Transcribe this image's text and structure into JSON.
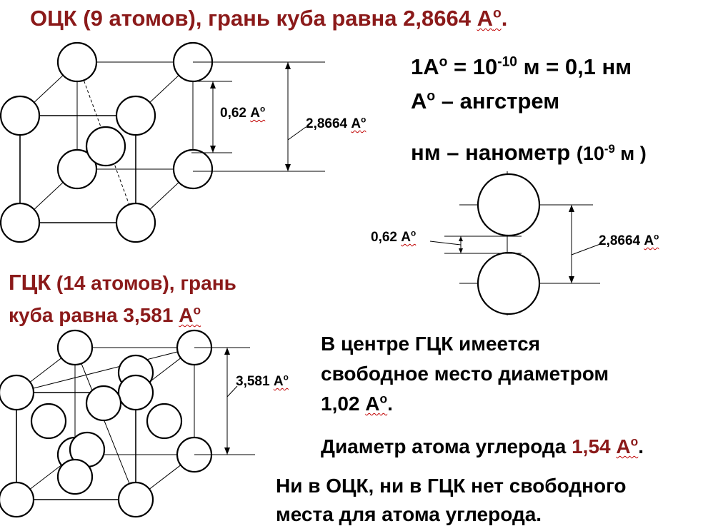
{
  "title": {
    "main": "ОЦК (9 атомов), грань куба равна 2,8664 ",
    "unit": "А",
    "unit_sup": "о",
    "dot": "."
  },
  "units": {
    "line1_a": "1А",
    "line1_a_sup": "о",
    "line1_b": " = 10",
    "line1_b_sup": "-10",
    "line1_c": " м = 0,1 нм",
    "line2_a": "А",
    "line2_a_sup": "о",
    "line2_b": " – ангстрем",
    "line3_a": "нм – нанометр ",
    "line3_b": "(10",
    "line3_b_sup": "-9",
    "line3_c": " м )"
  },
  "bcc_labels": {
    "small_num": "0,62 ",
    "big_num": "2,8664 ",
    "unit": "А",
    "unit_sup": "о"
  },
  "pair_labels": {
    "small_num": "0,62 ",
    "big_num": "2,8664 ",
    "unit": "А",
    "unit_sup": "о"
  },
  "fcc_title": {
    "line1_a": "ГЦК",
    "line1_b": " (14 атомов), грань",
    "line2": "куба равна 3,581 ",
    "unit": "А",
    "unit_sup": "о"
  },
  "fcc_label": {
    "num": "3,581 ",
    "unit": "А",
    "unit_sup": "о"
  },
  "fcc_void": {
    "line1": "В центре ГЦК имеется",
    "line2": "свободное место диаметром",
    "line3": "1,02 ",
    "unit": "А",
    "unit_sup": "о",
    "dot": "."
  },
  "carbon": {
    "text": "Диаметр атома углерода ",
    "value": "1,54 ",
    "unit": "А",
    "unit_sup": "о",
    "dot": "."
  },
  "conclusion": {
    "line1": "Ни в ОЦК, ни в ГЦК нет свободного",
    "line2": "места для атома углерода."
  },
  "colors": {
    "accent_red": "#8b1a1a",
    "spell_underline": "#c00000"
  }
}
